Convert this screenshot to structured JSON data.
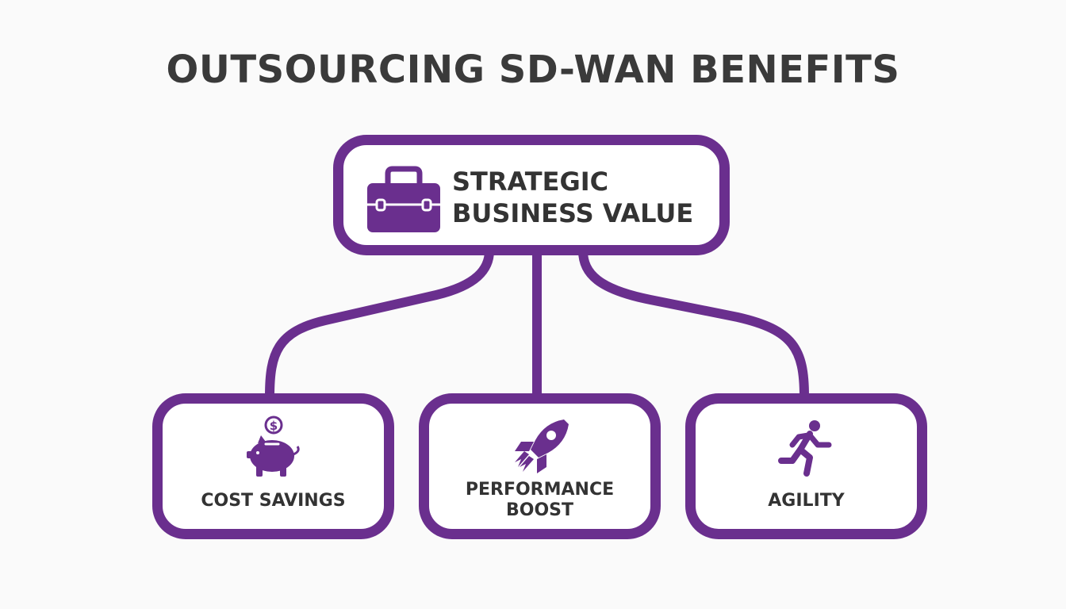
{
  "title": "OUTSOURCING SD-WAN BENEFITS",
  "colors": {
    "accent": "#6a2f8e",
    "text": "#333333",
    "background": "#fafafa"
  },
  "root": {
    "label_line1": "STRATEGIC",
    "label_line2": "BUSINESS VALUE",
    "icon": "briefcase-icon"
  },
  "children": [
    {
      "label": "COST SAVINGS",
      "icon": "piggy-bank-icon"
    },
    {
      "label_line1": "PERFORMANCE",
      "label_line2": "BOOST",
      "icon": "rocket-icon"
    },
    {
      "label": "AGILITY",
      "icon": "running-person-icon"
    }
  ]
}
